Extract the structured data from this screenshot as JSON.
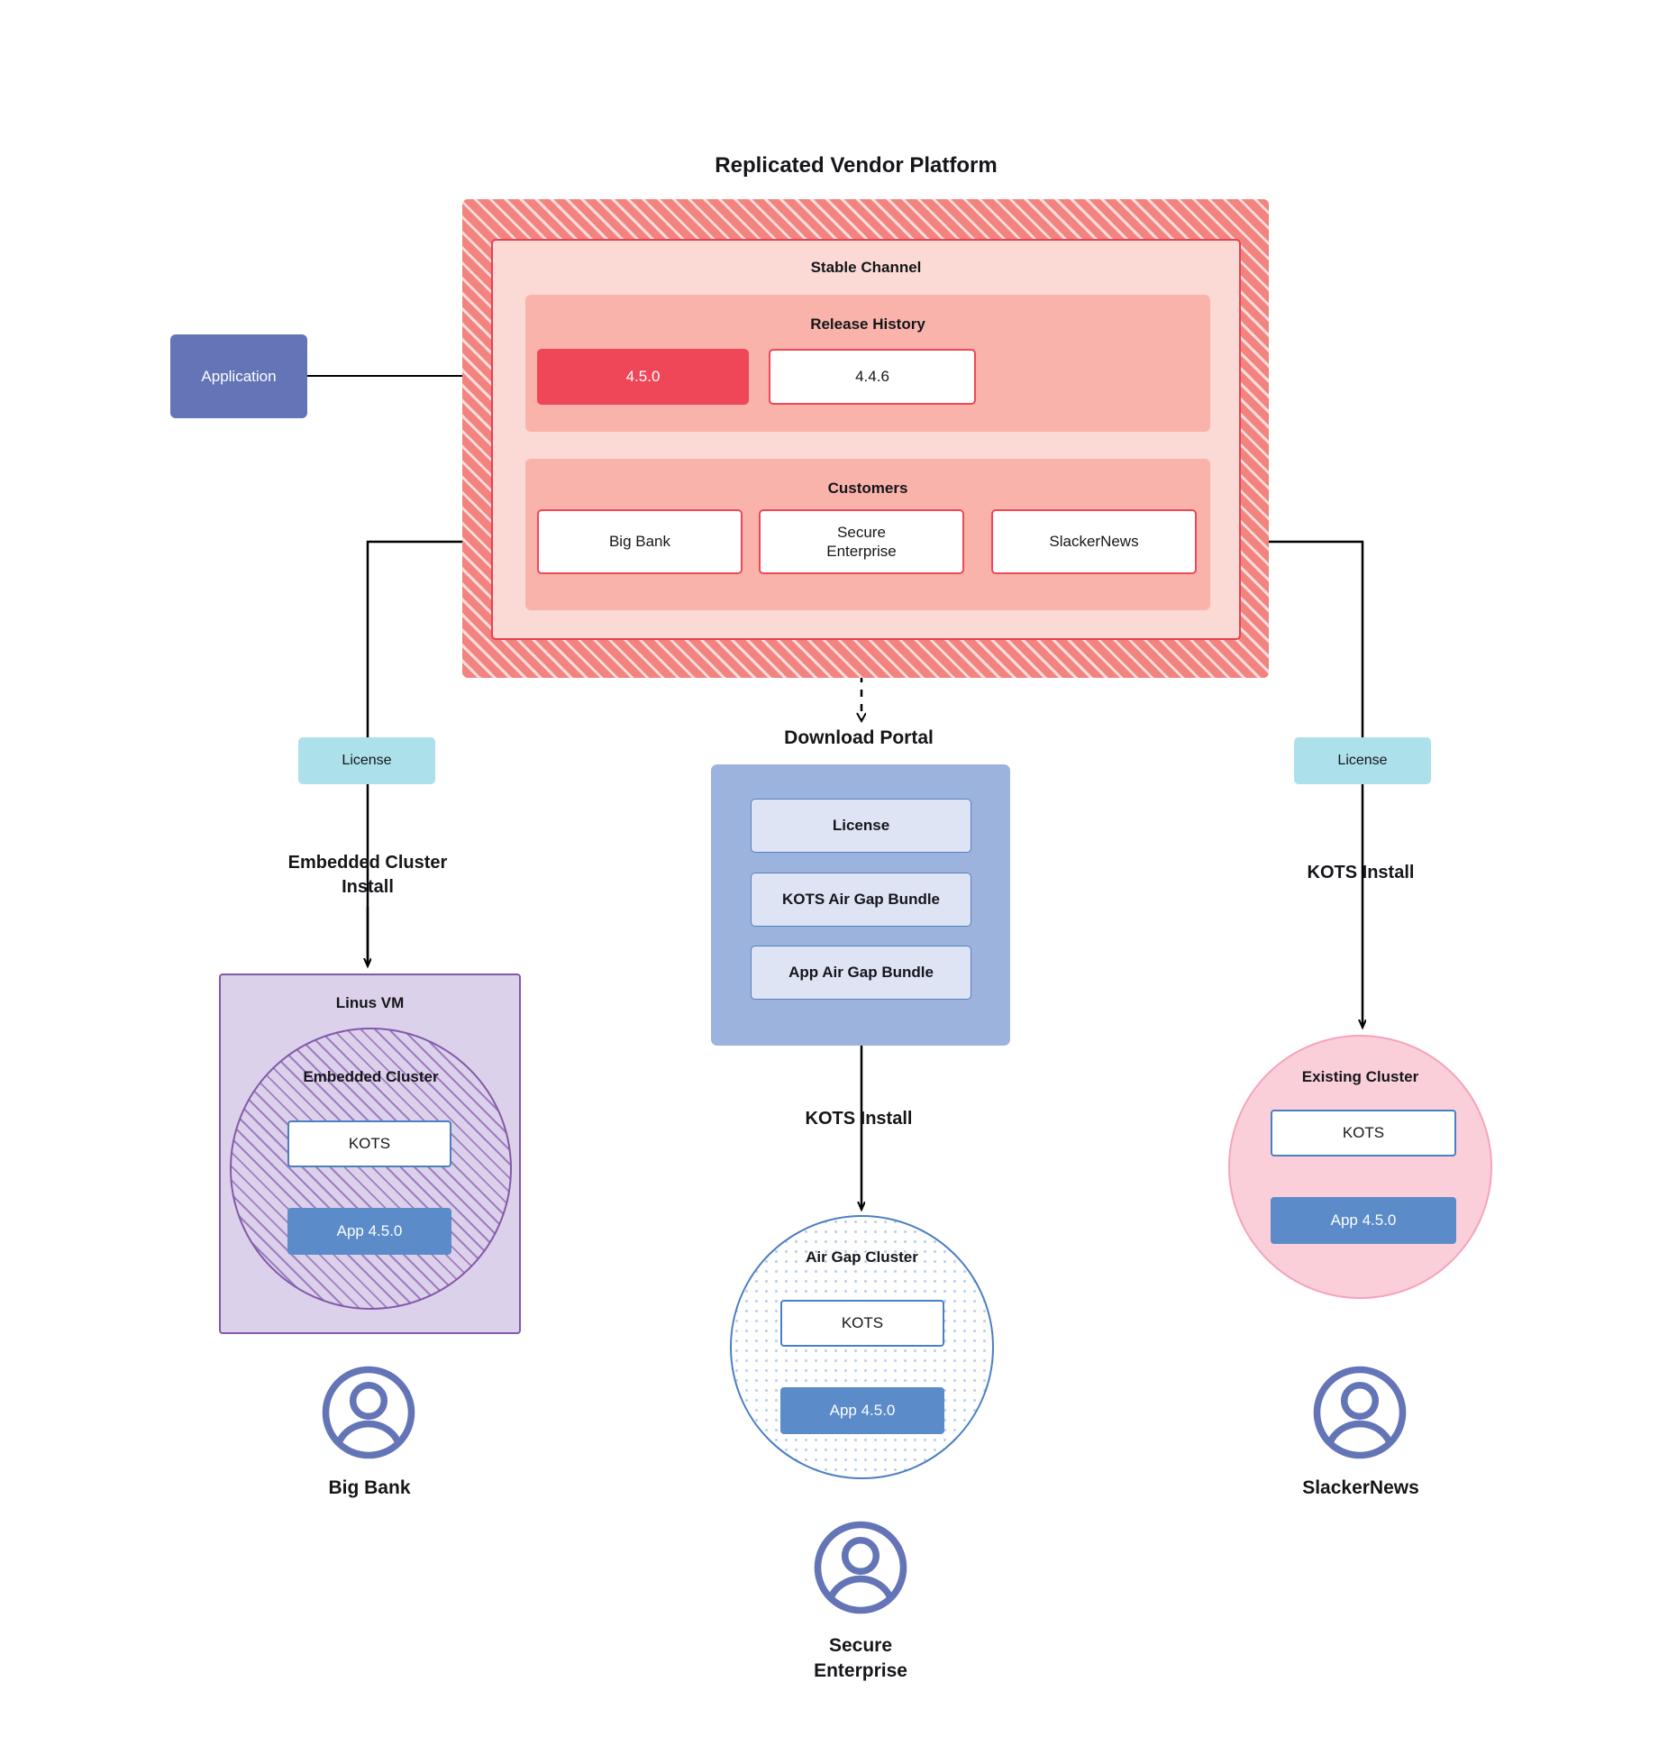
{
  "diagram": {
    "title": "Replicated Vendor Platform",
    "application": {
      "label": "Application"
    },
    "channel": {
      "title": "Stable Channel",
      "release_history": {
        "title": "Release History",
        "releases": [
          {
            "version": "4.5.0",
            "state": "current"
          },
          {
            "version": "4.4.6",
            "state": "previous"
          }
        ]
      },
      "customers": {
        "title": "Customers",
        "items": [
          {
            "name": "Big Bank"
          },
          {
            "name": "Secure\nEnterprise"
          },
          {
            "name": "SlackerNews"
          }
        ]
      }
    },
    "licenses": [
      {
        "label": "License",
        "side": "left"
      },
      {
        "label": "License",
        "side": "right"
      }
    ],
    "flows": {
      "embedded_install": "Embedded Cluster\nInstall",
      "kots_install_right": "KOTS Install",
      "kots_install_middle": "KOTS Install"
    },
    "download_portal": {
      "title": "Download  Portal",
      "items": [
        {
          "label": "License"
        },
        {
          "label": "KOTS Air Gap Bundle"
        },
        {
          "label": "App Air Gap Bundle"
        }
      ]
    },
    "targets": {
      "vm": {
        "title": "Linus VM",
        "cluster_title": "Embedded Cluster",
        "kots_label": "KOTS",
        "app_label": "App 4.5.0"
      },
      "airgap": {
        "title": "Air Gap Cluster",
        "kots_label": "KOTS",
        "app_label": "App 4.5.0"
      },
      "existing": {
        "title": "Existing Cluster",
        "kots_label": "KOTS",
        "app_label": "App 4.5.0"
      }
    },
    "personas": [
      {
        "name": "Big Bank",
        "icon": "user-avatar-icon"
      },
      {
        "name": "Secure\nEnterprise",
        "icon": "user-avatar-icon"
      },
      {
        "name": "SlackerNews",
        "icon": "user-avatar-icon"
      }
    ],
    "colors": {
      "platform_hatch": "#f2837e",
      "channel_panel": "#fbdad6",
      "sub_panel": "#f9b3ab",
      "accent_red": "#ef4758",
      "application_blue": "#6374b7",
      "license_cyan": "#ace0ea",
      "portal_blue": "#9cb3dd",
      "portal_item": "#dfe4f5",
      "vm_purple": "#dcd1ea",
      "vm_border": "#8259a8",
      "app_blue": "#5b8bc9",
      "kots_border": "#4a7fc1",
      "existing_pink": "#fbcfda",
      "persona_blue": "#6374b7"
    }
  }
}
